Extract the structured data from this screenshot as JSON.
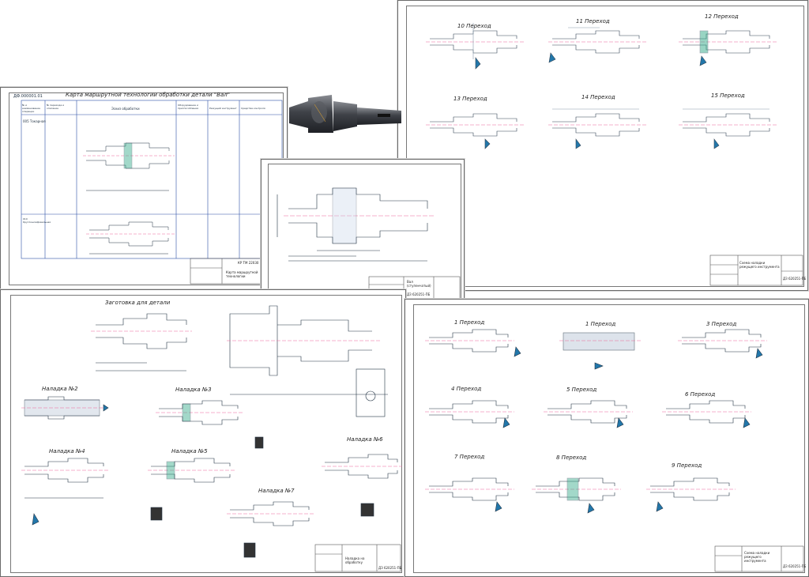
{
  "route_card": {
    "doc_code": "ДФ.000001.01",
    "title": "Карта маршрутной технологии обработки детали \"Вал\"",
    "headers": [
      "№ и наименование операции",
      "№ перехода и описание",
      "Эскиз обработки",
      "Оборудование и приспособления",
      "Режущий инструмент",
      "Средства контроля"
    ],
    "op1": "005 Токарная",
    "op2": "010 Круглошлифовальная",
    "stamp_code": "КР ТМ 22030",
    "stamp_title": "Карта маршрутной технологии"
  },
  "drawing": {
    "stamp_title": "Вал (ступенчатый)",
    "stamp_code": "ДЗ 620251-ПБ"
  },
  "tooling_top": {
    "transitions": [
      "10 Переход",
      "11 Переход",
      "12 Переход",
      "13 Переход",
      "14 Переход",
      "15 Переход"
    ],
    "stamp_title": "Схема наладки режущего инструмента",
    "stamp_code": "ДЗ 620251-ПБ"
  },
  "setups": {
    "blank_title": "Заготовка для детали",
    "labels": [
      "Наладка №2",
      "Наладка №3",
      "Наладка №4",
      "Наладка №5",
      "Наладка №6",
      "Наладка №7"
    ],
    "stamp_title": "Наладка на обработку",
    "stamp_code": "ДЗ 620251-ПБ"
  },
  "tooling_bottom": {
    "transitions": [
      "1 Переход",
      "1 Переход",
      "3 Переход",
      "4 Переход",
      "5 Переход",
      "6 Переход",
      "7 Переход",
      "8 Переход",
      "9 Переход"
    ],
    "stamp_title": "Схема наладки режущего инструмента",
    "stamp_code": "ДЗ 620251-ПБ"
  }
}
